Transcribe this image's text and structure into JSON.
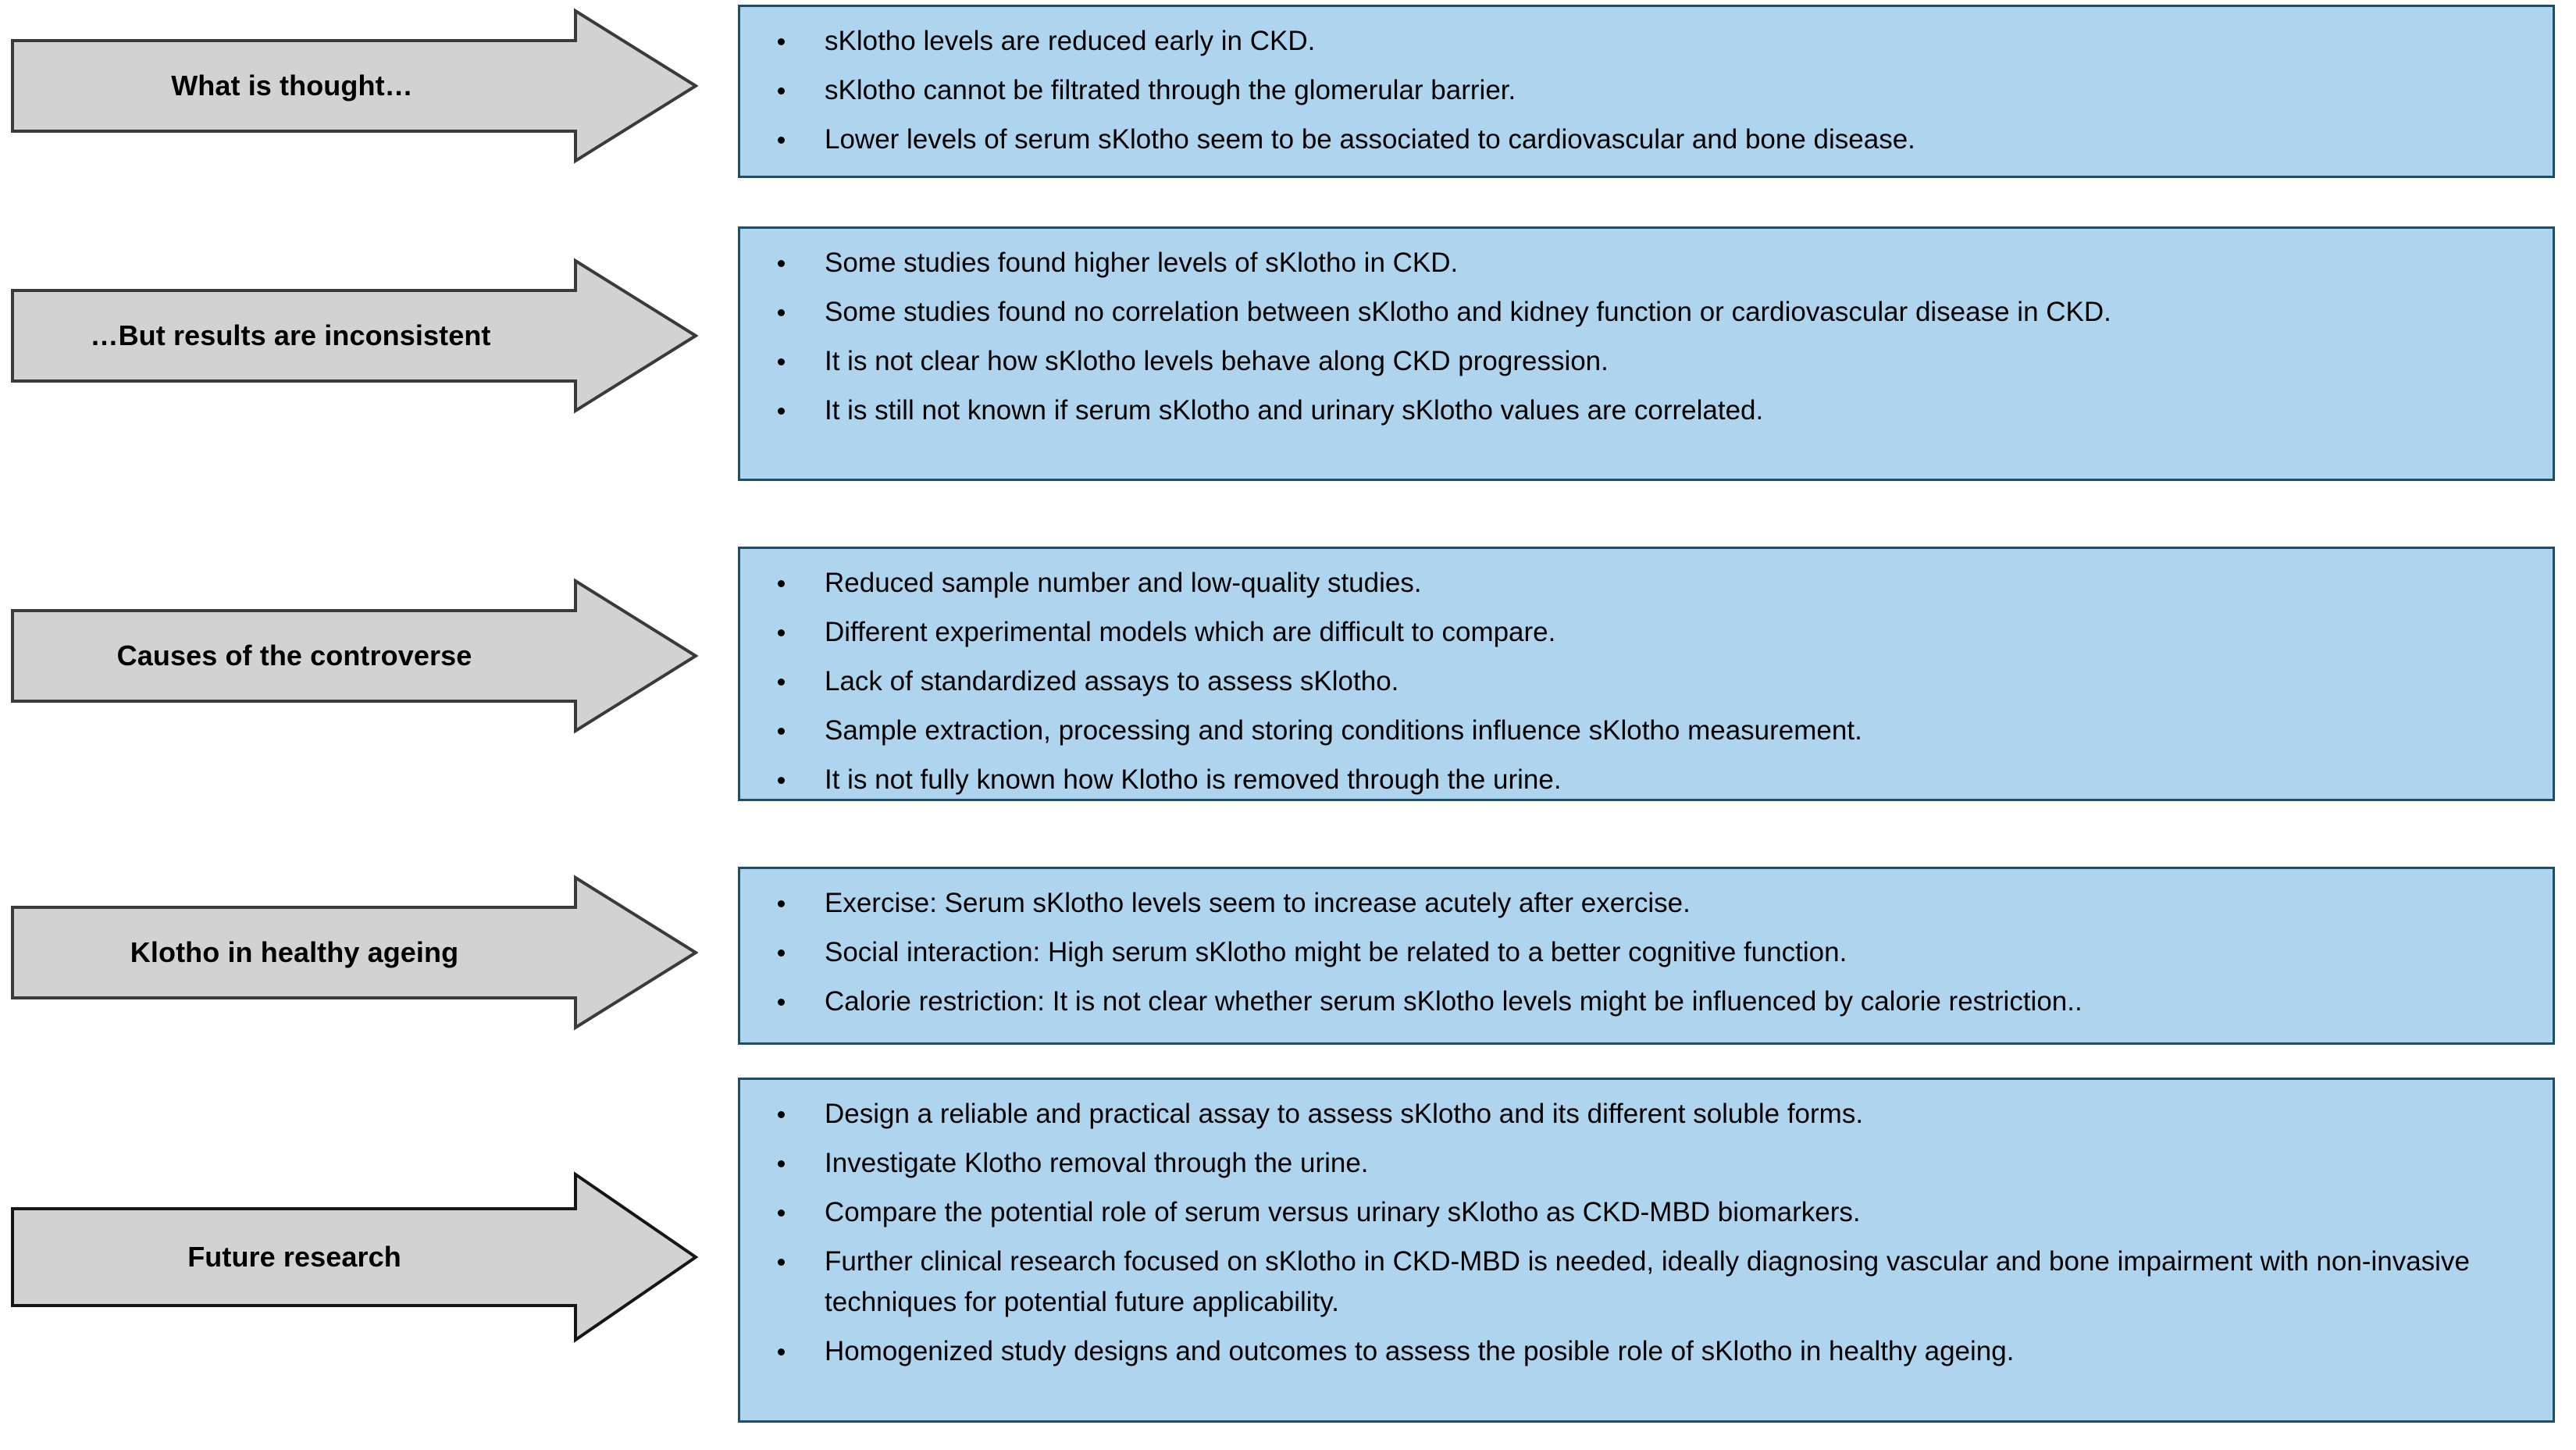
{
  "figure": {
    "title_hidden": "",
    "colors": {
      "box_fill": "#aed4ee",
      "box_border": "#1f4e6b",
      "arrow_fill": "#d4d4d4",
      "arrow_border": "#333333",
      "text": "#000000",
      "background": "#ffffff"
    }
  },
  "sections": [
    {
      "id": "what-is-thought",
      "arrow_label": "What is thought…",
      "bullets": [
        "sKlotho levels are reduced early in CKD.",
        "sKlotho cannot be filtrated through the glomerular barrier.",
        "Lower levels of serum sKlotho seem to be associated to cardiovascular and bone disease."
      ]
    },
    {
      "id": "but-results-are-inconsistent",
      "arrow_label": "…But results are inconsistent",
      "bullets": [
        "Some studies found higher levels of sKlotho in CKD.",
        "Some studies found no correlation between sKlotho and kidney function or cardiovascular disease in CKD.",
        "It is not clear how sKlotho levels behave along CKD progression.",
        "It is still not known if serum sKlotho and urinary sKlotho values are correlated."
      ]
    },
    {
      "id": "causes-of-the-controverse",
      "arrow_label": "Causes of the controverse",
      "bullets": [
        "Reduced sample number and low-quality studies.",
        "Different experimental models which are difficult to compare.",
        "Lack of standardized assays to assess sKlotho.",
        "Sample extraction, processing and storing conditions influence sKlotho measurement.",
        "It is not fully known how Klotho is removed through the urine."
      ]
    },
    {
      "id": "klotho-in-healthy-ageing",
      "arrow_label": "Klotho in healthy ageing",
      "bullets": [
        "Exercise: Serum sKlotho levels seem to increase acutely after exercise.",
        "Social interaction: High serum sKlotho might be related to a better cognitive function.",
        "Calorie restriction: It is not clear whether serum sKlotho levels might be influenced by calorie restriction.."
      ]
    },
    {
      "id": "future-research",
      "arrow_label": "Future research",
      "bullets": [
        "Design a reliable and practical assay to assess sKlotho and its different soluble forms.",
        "Investigate Klotho removal through the urine.",
        "Compare the potential role of serum versus urinary sKlotho as CKD-MBD biomarkers.",
        "Further clinical research focused on sKlotho in CKD-MBD is needed, ideally diagnosing vascular and bone impairment with non-invasive techniques for potential future applicability.",
        "Homogenized study designs and outcomes to assess the posible role of sKlotho in healthy ageing."
      ]
    }
  ]
}
